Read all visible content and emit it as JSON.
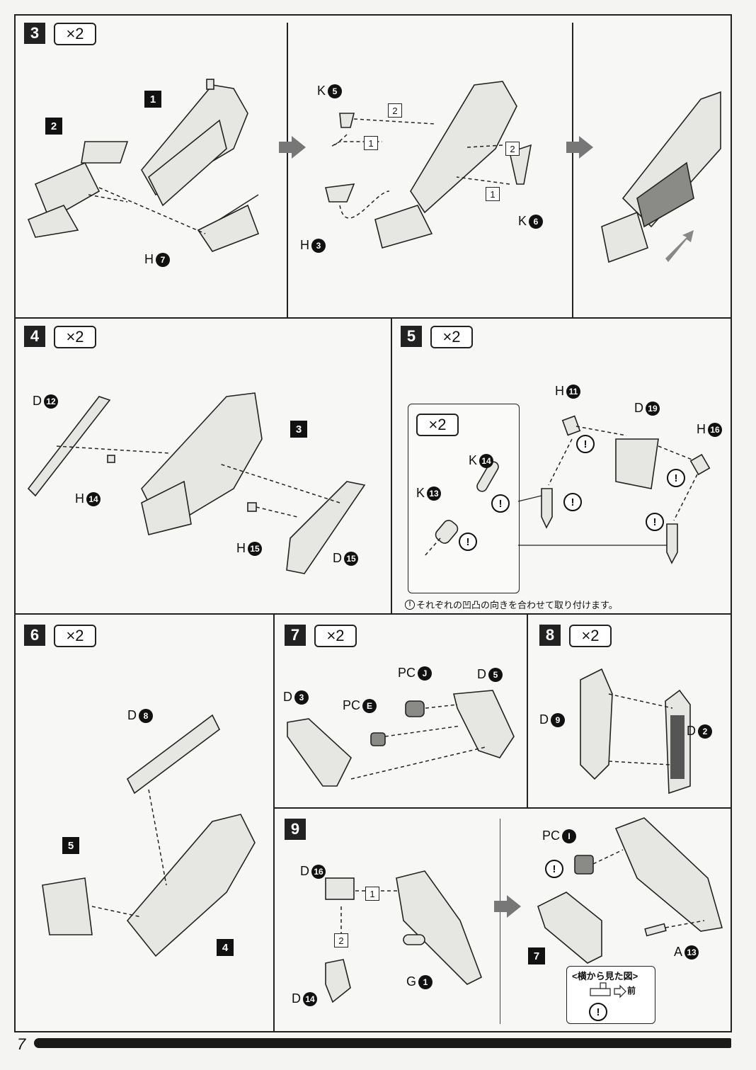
{
  "page_number": "7",
  "steps": [
    {
      "num": "3",
      "mult": "×2",
      "labels": {
        "p1": "1",
        "p2": "2",
        "k5": "K",
        "k6": "K",
        "h7": "H",
        "h3": "H",
        "n5": "5",
        "n6": "6",
        "n7": "7",
        "n3": "3",
        "o1a": "1",
        "o2a": "2",
        "o1b": "1",
        "o2b": "2"
      }
    },
    {
      "num": "4",
      "mult": "×2",
      "labels": {
        "d12": "D",
        "n12": "12",
        "h14": "H",
        "n14": "14",
        "h15": "H",
        "n15": "15",
        "d15": "D",
        "n15b": "15",
        "p3": "3"
      }
    },
    {
      "num": "5",
      "mult": "×2",
      "inset_mult": "×2",
      "labels": {
        "h11": "H",
        "n11": "11",
        "d19": "D",
        "n19": "19",
        "h16": "H",
        "n16": "16",
        "k14": "K",
        "n14": "14",
        "k13": "K",
        "n13": "13"
      },
      "note": "それぞれの凹凸の向きを合わせて取り付けます。"
    },
    {
      "num": "6",
      "mult": "×2",
      "labels": {
        "d8": "D",
        "n8": "8",
        "p5": "5",
        "p4": "4"
      }
    },
    {
      "num": "7",
      "mult": "×2",
      "labels": {
        "pcj": "PC",
        "nj": "J",
        "d5": "D",
        "n5": "5",
        "d3": "D",
        "n3": "3",
        "pce": "PC",
        "ne": "E"
      }
    },
    {
      "num": "8",
      "mult": "×2",
      "labels": {
        "d9": "D",
        "n9": "9",
        "d2": "D",
        "n2": "2"
      }
    },
    {
      "num": "9",
      "labels": {
        "d16": "D",
        "n16": "16",
        "o1": "1",
        "o2": "2",
        "d14": "D",
        "n14": "14",
        "g1": "G",
        "ng1": "1",
        "pci": "PC",
        "ni": "I",
        "a13": "A",
        "na13": "13",
        "p7": "7"
      },
      "side_view_title": "<横から見た図>",
      "side_view_front": "前"
    }
  ],
  "warn_glyph": "!"
}
